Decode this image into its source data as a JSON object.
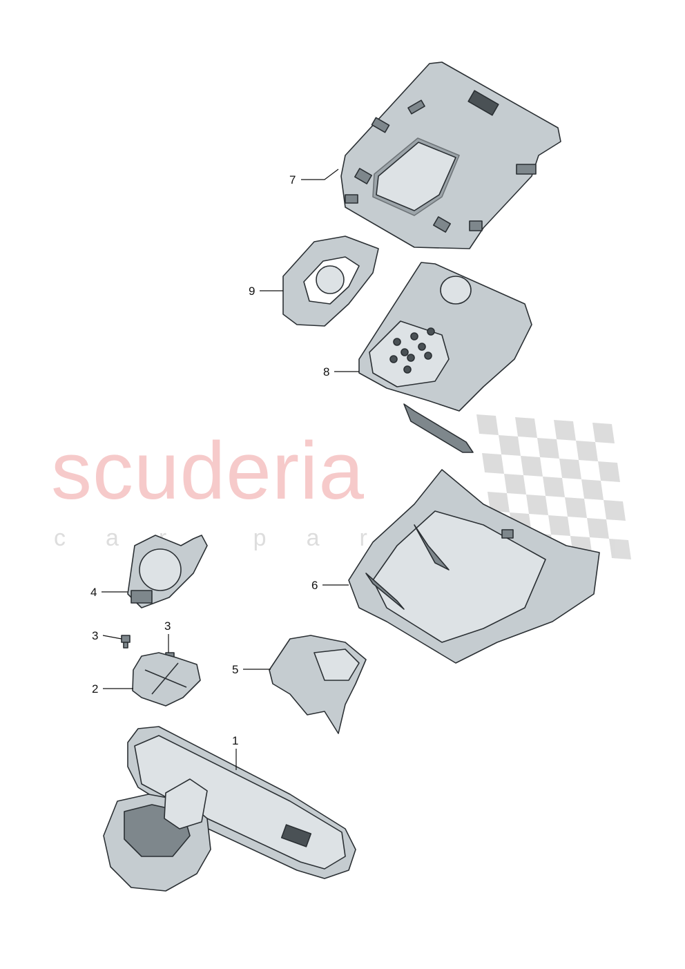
{
  "watermark": {
    "brand": "scuderia",
    "tagline": "car parts",
    "checker_color": "#d9d9d9",
    "brand_color": "#f6caca"
  },
  "callouts": [
    {
      "id": "c1",
      "label": "1"
    },
    {
      "id": "c2",
      "label": "2"
    },
    {
      "id": "c3a",
      "label": "3"
    },
    {
      "id": "c3b",
      "label": "3"
    },
    {
      "id": "c4",
      "label": "4"
    },
    {
      "id": "c5",
      "label": "5"
    },
    {
      "id": "c6",
      "label": "6"
    },
    {
      "id": "c7",
      "label": "7"
    },
    {
      "id": "c8",
      "label": "8"
    },
    {
      "id": "c9",
      "label": "9"
    }
  ]
}
